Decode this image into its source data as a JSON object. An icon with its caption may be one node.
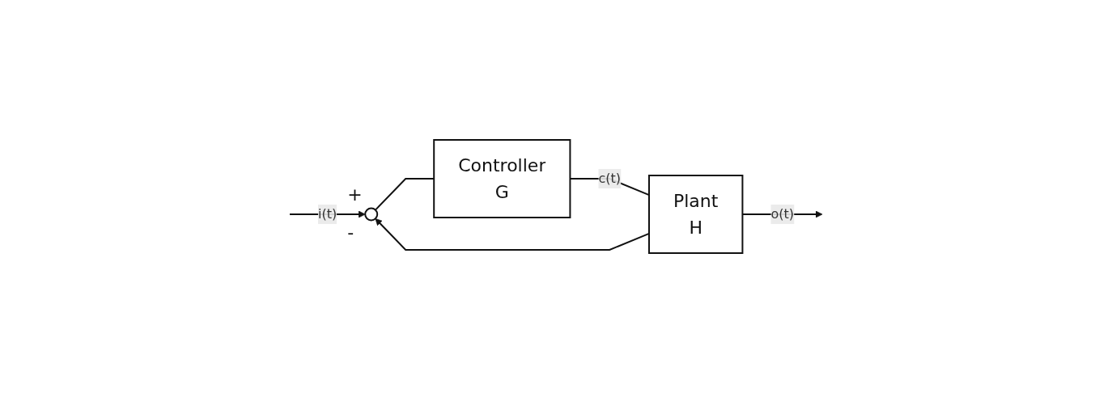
{
  "diagram": {
    "nodes": [
      {
        "text": [],
        "shape": "circle",
        "beside": [
          "+",
          "-"
        ]
      },
      {
        "text": [
          "Controller",
          "G"
        ]
      },
      {
        "text": [
          "Plant",
          "H"
        ]
      }
    ],
    "edges": [
      {
        "from": null,
        "to": 0,
        "arrow": "to",
        "label": "i(t)"
      },
      {
        "from": 0,
        "to": 1,
        "arrow": "none"
      },
      {
        "from": 1,
        "to": 2,
        "arrow": "none",
        "label": "c(t)"
      },
      {
        "from": 2,
        "to": null,
        "arrow": "to",
        "label": "o(t)"
      },
      {
        "from": 2,
        "to": 0,
        "arrow": "to"
      }
    ]
  }
}
